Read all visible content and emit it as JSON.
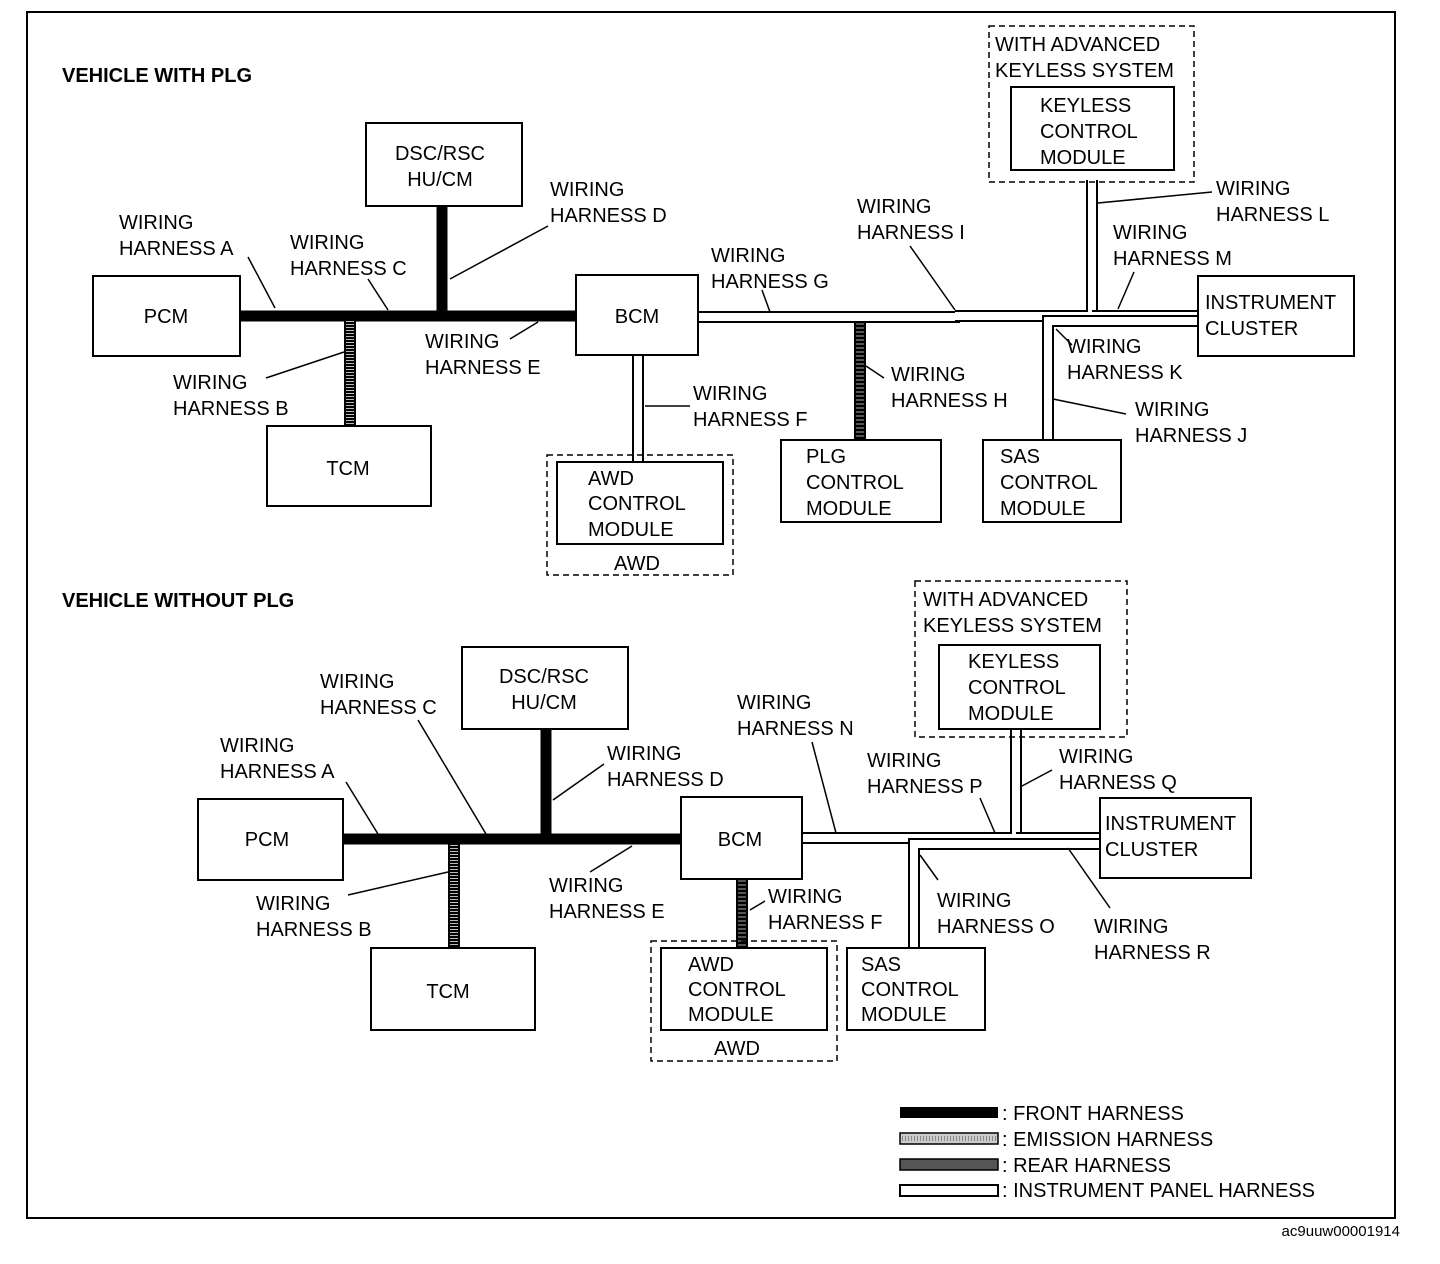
{
  "top": {
    "title": "VEHICLE WITH PLG",
    "dsc": [
      "DSC/RSC",
      "HU/CM"
    ],
    "pcm": "PCM",
    "bcm": "BCM",
    "tcm": "TCM",
    "awd_module": [
      "AWD",
      "CONTROL",
      "MODULE"
    ],
    "awd_group": "AWD",
    "plg_module": [
      "PLG",
      "CONTROL",
      "MODULE"
    ],
    "sas_module": [
      "SAS",
      "CONTROL",
      "MODULE"
    ],
    "keyless_group": [
      "WITH ADVANCED",
      "KEYLESS SYSTEM"
    ],
    "keyless_module": [
      "KEYLESS",
      "CONTROL",
      "MODULE"
    ],
    "cluster": [
      "INSTRUMENT",
      "CLUSTER"
    ],
    "harness": {
      "a": [
        "WIRING",
        "HARNESS A"
      ],
      "b": [
        "WIRING",
        "HARNESS B"
      ],
      "c": [
        "WIRING",
        "HARNESS C"
      ],
      "d": [
        "WIRING",
        "HARNESS D"
      ],
      "e": [
        "WIRING",
        "HARNESS E"
      ],
      "f": [
        "WIRING",
        "HARNESS F"
      ],
      "g": [
        "WIRING",
        "HARNESS G"
      ],
      "h": [
        "WIRING",
        "HARNESS H"
      ],
      "i": [
        "WIRING",
        "HARNESS I"
      ],
      "j": [
        "WIRING",
        "HARNESS J"
      ],
      "k": [
        "WIRING",
        "HARNESS K"
      ],
      "l": [
        "WIRING",
        "HARNESS L"
      ],
      "m": [
        "WIRING",
        "HARNESS M"
      ]
    }
  },
  "bottom": {
    "title": "VEHICLE WITHOUT PLG",
    "dsc": [
      "DSC/RSC",
      "HU/CM"
    ],
    "pcm": "PCM",
    "bcm": "BCM",
    "tcm": "TCM",
    "awd_module": [
      "AWD",
      "CONTROL",
      "MODULE"
    ],
    "awd_group": "AWD",
    "sas_module": [
      "SAS",
      "CONTROL",
      "MODULE"
    ],
    "keyless_group": [
      "WITH ADVANCED",
      "KEYLESS SYSTEM"
    ],
    "keyless_module": [
      "KEYLESS",
      "CONTROL",
      "MODULE"
    ],
    "cluster": [
      "INSTRUMENT",
      "CLUSTER"
    ],
    "harness": {
      "a": [
        "WIRING",
        "HARNESS A"
      ],
      "b": [
        "WIRING",
        "HARNESS B"
      ],
      "c": [
        "WIRING",
        "HARNESS C"
      ],
      "d": [
        "WIRING",
        "HARNESS D"
      ],
      "e": [
        "WIRING",
        "HARNESS E"
      ],
      "f": [
        "WIRING",
        "HARNESS F"
      ],
      "n": [
        "WIRING",
        "HARNESS N"
      ],
      "o": [
        "WIRING",
        "HARNESS O"
      ],
      "p": [
        "WIRING",
        "HARNESS P"
      ],
      "q": [
        "WIRING",
        "HARNESS Q"
      ],
      "r": [
        "WIRING",
        "HARNESS R"
      ]
    }
  },
  "legend": {
    "front": ": FRONT HARNESS",
    "emission": ": EMISSION HARNESS",
    "rear": ": REAR HARNESS",
    "instrument": ": INSTRUMENT PANEL HARNESS"
  },
  "figure_code": "ac9uuw00001914"
}
